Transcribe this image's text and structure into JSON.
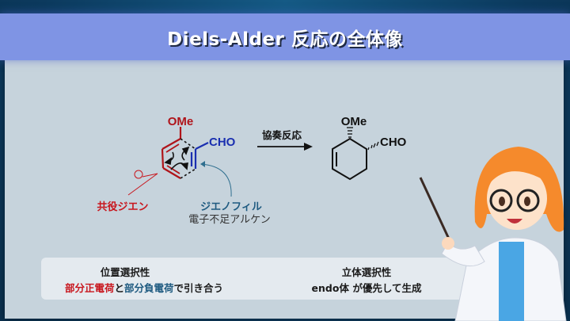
{
  "title": "Diels-Alder 反応の全体像",
  "scheme": {
    "diene_substituent": "OMe",
    "dienophile_substituent": "CHO",
    "arrow_label": "協奏反応",
    "product_substituent_1": "OMe",
    "product_substituent_2": "CHO",
    "diene_label": "共役ジエン",
    "dienophile_label": "ジエノフィル",
    "dienophile_sublabel": "電子不足アルケン"
  },
  "summary": {
    "regio_title": "位置選択性",
    "regio_part1": "部分正電荷",
    "regio_part2": "と",
    "regio_part3": "部分負電荷",
    "regio_part4": "で引き合う",
    "stereo_title": "立体選択性",
    "stereo_text": "endo体 が優先して生成"
  },
  "colors": {
    "diene": "#b0141a",
    "dienophile": "#1a2fb0",
    "banner": "#7f94e4"
  }
}
